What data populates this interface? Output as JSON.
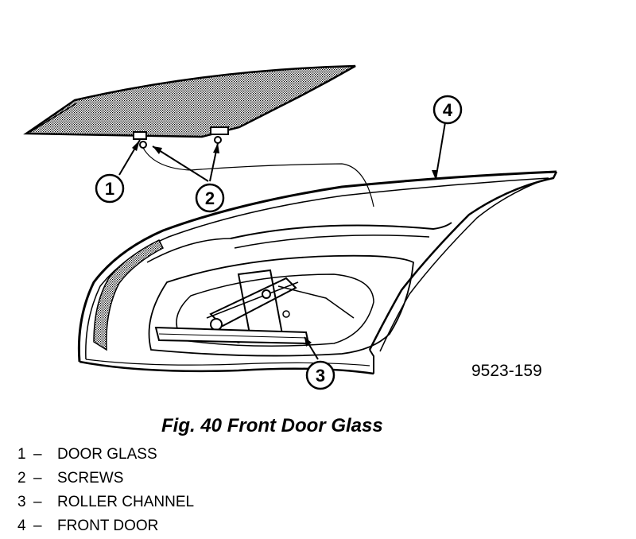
{
  "figure": {
    "code": "9523-159",
    "caption": "Fig. 40 Front Door Glass"
  },
  "callouts": [
    "1",
    "2",
    "3",
    "4"
  ],
  "legend": [
    {
      "num": "1",
      "dash": "–",
      "label": "DOOR GLASS"
    },
    {
      "num": "2",
      "dash": "–",
      "label": "SCREWS"
    },
    {
      "num": "3",
      "dash": "–",
      "label": "ROLLER CHANNEL"
    },
    {
      "num": "4",
      "dash": "–",
      "label": "FRONT DOOR"
    }
  ]
}
